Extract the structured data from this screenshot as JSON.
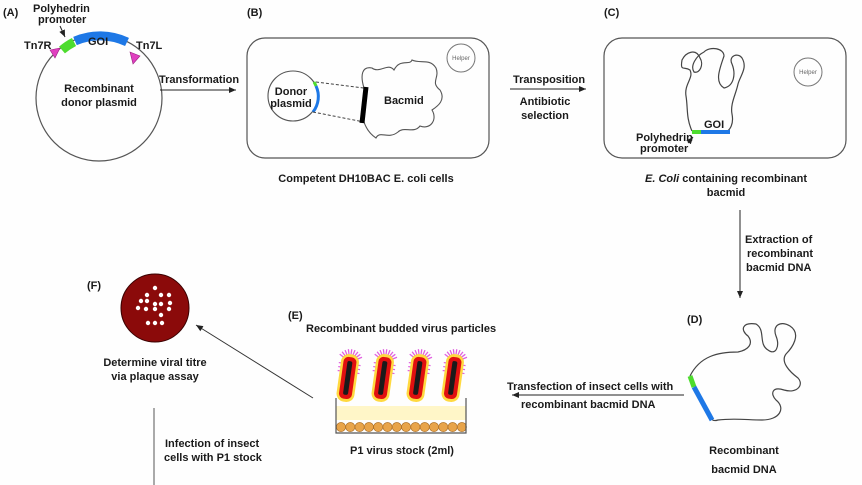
{
  "panels": {
    "A": {
      "tag": "(A)",
      "promoter_label_1": "Polyhedrin",
      "promoter_label_2": "promoter",
      "goi": "GOI",
      "tn7r": "Tn7R",
      "tn7l": "Tn7L",
      "plasmid_label_1": "Recombinant",
      "plasmid_label_2": "donor plasmid"
    },
    "B": {
      "tag": "(B)",
      "donor_1": "Donor",
      "donor_2": "plasmid",
      "bacmid": "Bacmid",
      "helper": "Helper",
      "caption": "Competent DH10BAC E. coli cells"
    },
    "C": {
      "tag": "(C)",
      "goi": "GOI",
      "promoter_1": "Polyhedrin",
      "promoter_2": "promoter",
      "helper": "Helper",
      "caption_italic": "E. Coli",
      "caption_rest": " containing recombinant",
      "caption_2": "bacmid"
    },
    "D": {
      "tag": "(D)",
      "caption_1": "Recombinant",
      "caption_2": "bacmid DNA"
    },
    "E": {
      "tag": "(E)",
      "title": "Recombinant budded virus particles",
      "caption": "P1 virus stock (2ml)"
    },
    "F": {
      "tag": "(F)",
      "caption_1": "Determine viral titre",
      "caption_2": "via plaque assay"
    }
  },
  "steps": {
    "transformation": "Transformation",
    "transposition": "Transposition",
    "antibiotic_1": "Antibiotic",
    "antibiotic_2": "selection",
    "extraction_1": "Extraction of",
    "extraction_2": "recombinant",
    "extraction_3": "bacmid DNA",
    "transfection_1": "Transfection of insect cells with",
    "transfection_2": "recombinant bacmid DNA",
    "infection_1": "Infection of insect",
    "infection_2": "cells with P1 stock"
  },
  "colors": {
    "promoter": "#4ddc2e",
    "goi": "#1e78e6",
    "tn7": "#e040c0",
    "plaque": "#8b0a0a",
    "virus_core": "#e01010",
    "virus_glow": "#ffd21e",
    "virus_spikes": "#e060e0",
    "medium": "#fff6c8",
    "cells": "#e8a44a"
  },
  "plaque_count": 17,
  "virus_count": 4
}
